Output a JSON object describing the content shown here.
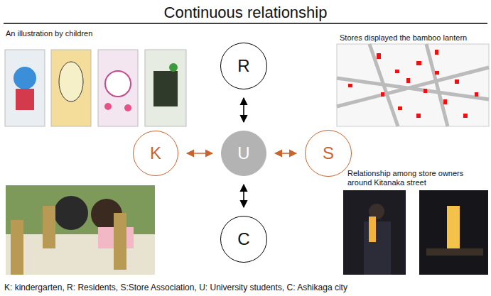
{
  "diagram": {
    "title": "Continuous relationship",
    "nodes": [
      {
        "text": [
          "R"
        ]
      },
      {
        "text": [
          "K"
        ]
      },
      {
        "text": [
          "U"
        ]
      },
      {
        "text": [
          "S"
        ]
      },
      {
        "text": [
          "C"
        ]
      }
    ],
    "edges": [
      {
        "from": 0,
        "to": 2,
        "arrow": "both"
      },
      {
        "from": 1,
        "to": 2,
        "arrow": "both"
      },
      {
        "from": 2,
        "to": 3,
        "arrow": "both"
      },
      {
        "from": 2,
        "to": 4,
        "arrow": "both"
      }
    ],
    "labels": [
      "An illustration by children",
      "Stores displayed the bamboo lantern",
      "Relationship among store owners around Kitanaka street",
      "K: kindergarten, R: Residents, S:Store Association, U: University students, C: Ashikaga city"
    ]
  }
}
